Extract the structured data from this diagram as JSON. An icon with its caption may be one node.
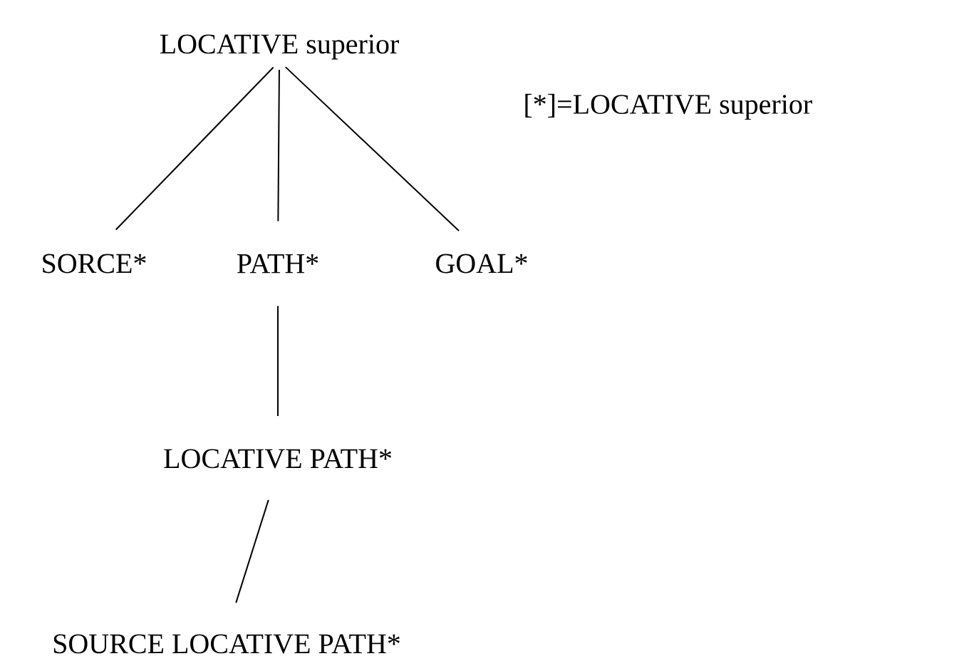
{
  "diagram": {
    "nodes": [
      {
        "text": [
          "LOCATIVE superior"
        ]
      },
      {
        "text": [
          "SORCE*"
        ]
      },
      {
        "text": [
          "PATH*"
        ]
      },
      {
        "text": [
          "GOAL*"
        ]
      },
      {
        "text": [
          "LOCATIVE PATH*"
        ]
      },
      {
        "text": [
          "SOURCE LOCATIVE PATH*"
        ]
      }
    ],
    "edges": [
      {
        "from": 0,
        "to": 1,
        "arrow": "none"
      },
      {
        "from": 0,
        "to": 2,
        "arrow": "none"
      },
      {
        "from": 0,
        "to": 3,
        "arrow": "none"
      },
      {
        "from": 2,
        "to": 4,
        "arrow": "none"
      },
      {
        "from": 4,
        "to": 5,
        "arrow": "none"
      }
    ],
    "labels": [
      "[*]=LOCATIVE superior"
    ]
  }
}
